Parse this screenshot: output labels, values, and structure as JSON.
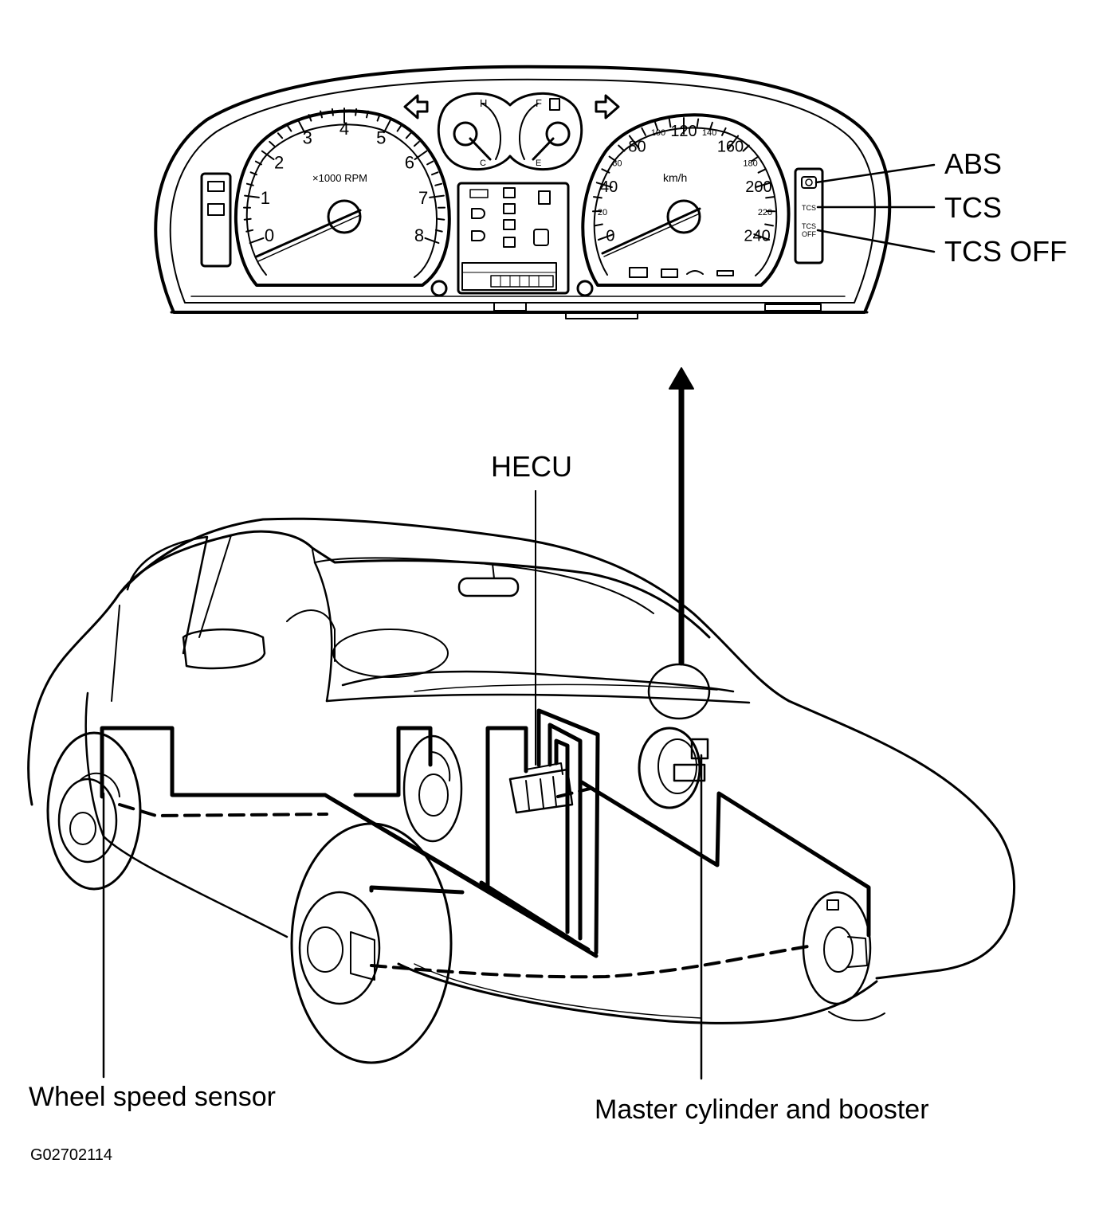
{
  "labels": {
    "abs": "ABS",
    "tcs": "TCS",
    "tcs_off": "TCS OFF",
    "hecu": "HECU",
    "wheel_speed_sensor": "Wheel speed sensor",
    "master_cylinder": "Master cylinder and booster",
    "figure_id": "G02702114"
  },
  "tachometer": {
    "ticks": [
      "0",
      "1",
      "2",
      "3",
      "4",
      "5",
      "6",
      "7",
      "8"
    ],
    "unit": "×1000 RPM"
  },
  "speedometer": {
    "major_ticks": [
      "0",
      "40",
      "80",
      "120",
      "160",
      "200",
      "240"
    ],
    "minor_ticks": [
      "20",
      "60",
      "100",
      "140",
      "180",
      "220"
    ],
    "unit": "km/h"
  },
  "gauges": {
    "temp_high": "H",
    "temp_low": "C",
    "fuel_full": "F",
    "fuel_empty": "E"
  },
  "indicator_panel": {
    "tcs_lamp": "TCS",
    "tcs_off_lamp_line1": "TCS",
    "tcs_off_lamp_line2": "OFF"
  }
}
